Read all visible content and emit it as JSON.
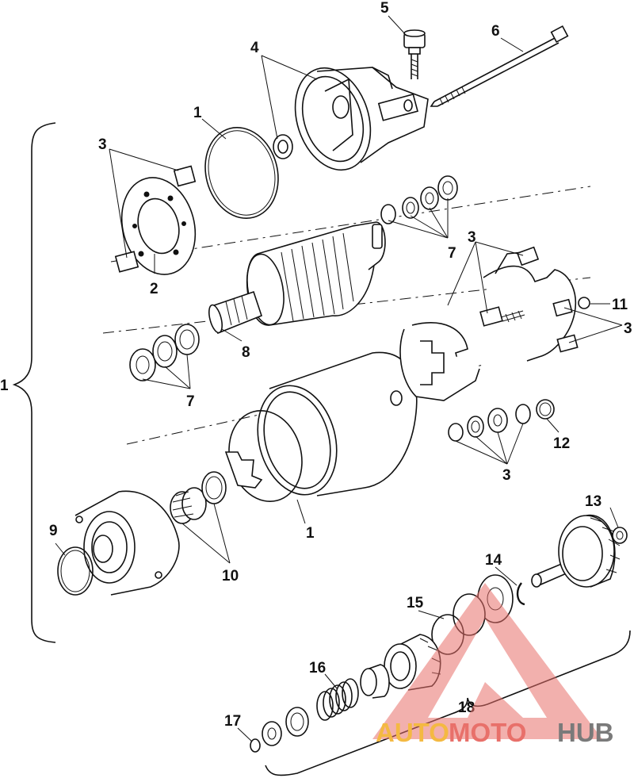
{
  "callouts": {
    "c1_top": "1",
    "c1_bracket": "1",
    "c1_bottom": "1",
    "c2": "2",
    "c3_left": "3",
    "c3_right_top": "3",
    "c3_right": "3",
    "c3_bottom": "3",
    "c4": "4",
    "c5": "5",
    "c6": "6",
    "c7_right": "7",
    "c7_left": "7",
    "c8": "8",
    "c9": "9",
    "c10": "10",
    "c11": "11",
    "c12": "12",
    "c13": "13",
    "c14": "14",
    "c15": "15",
    "c16": "16",
    "c17": "17",
    "c18": "18"
  },
  "watermark": {
    "part1": "AUTO",
    "part2": "MOTO",
    "part3": "HUB"
  }
}
